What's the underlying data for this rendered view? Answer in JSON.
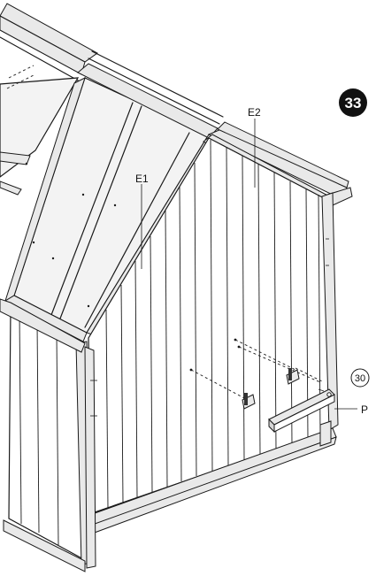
{
  "step": {
    "number": "33"
  },
  "labels": {
    "panel_left": "E1",
    "panel_right": "E2",
    "part_letter": "P",
    "part_number": "30"
  },
  "colors": {
    "line": "#1a1a1a",
    "badge": "#111111",
    "badge_text": "#ffffff",
    "background": "#ffffff"
  }
}
